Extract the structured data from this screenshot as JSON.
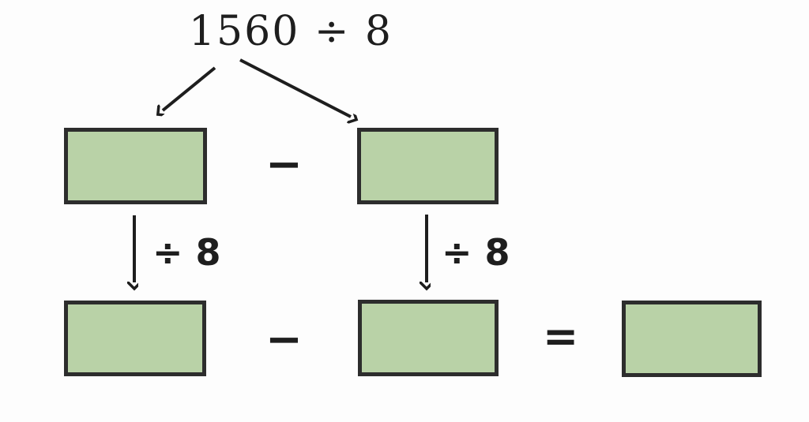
{
  "diagram": {
    "title": "1560 ÷ 8",
    "split": {
      "left_operation_label": "÷ 8",
      "right_operation_label": "÷ 8"
    },
    "operators": {
      "minus_top": "−",
      "minus_bottom": "−",
      "equals": "="
    },
    "boxes": {
      "top_left": "",
      "top_right": "",
      "bottom_left": "",
      "bottom_mid": "",
      "result": ""
    },
    "colors": {
      "box_fill": "#b9d2a7",
      "box_border": "#2d2d2d",
      "ink": "#1e1e1e",
      "bg": "#fdfdfd"
    }
  }
}
